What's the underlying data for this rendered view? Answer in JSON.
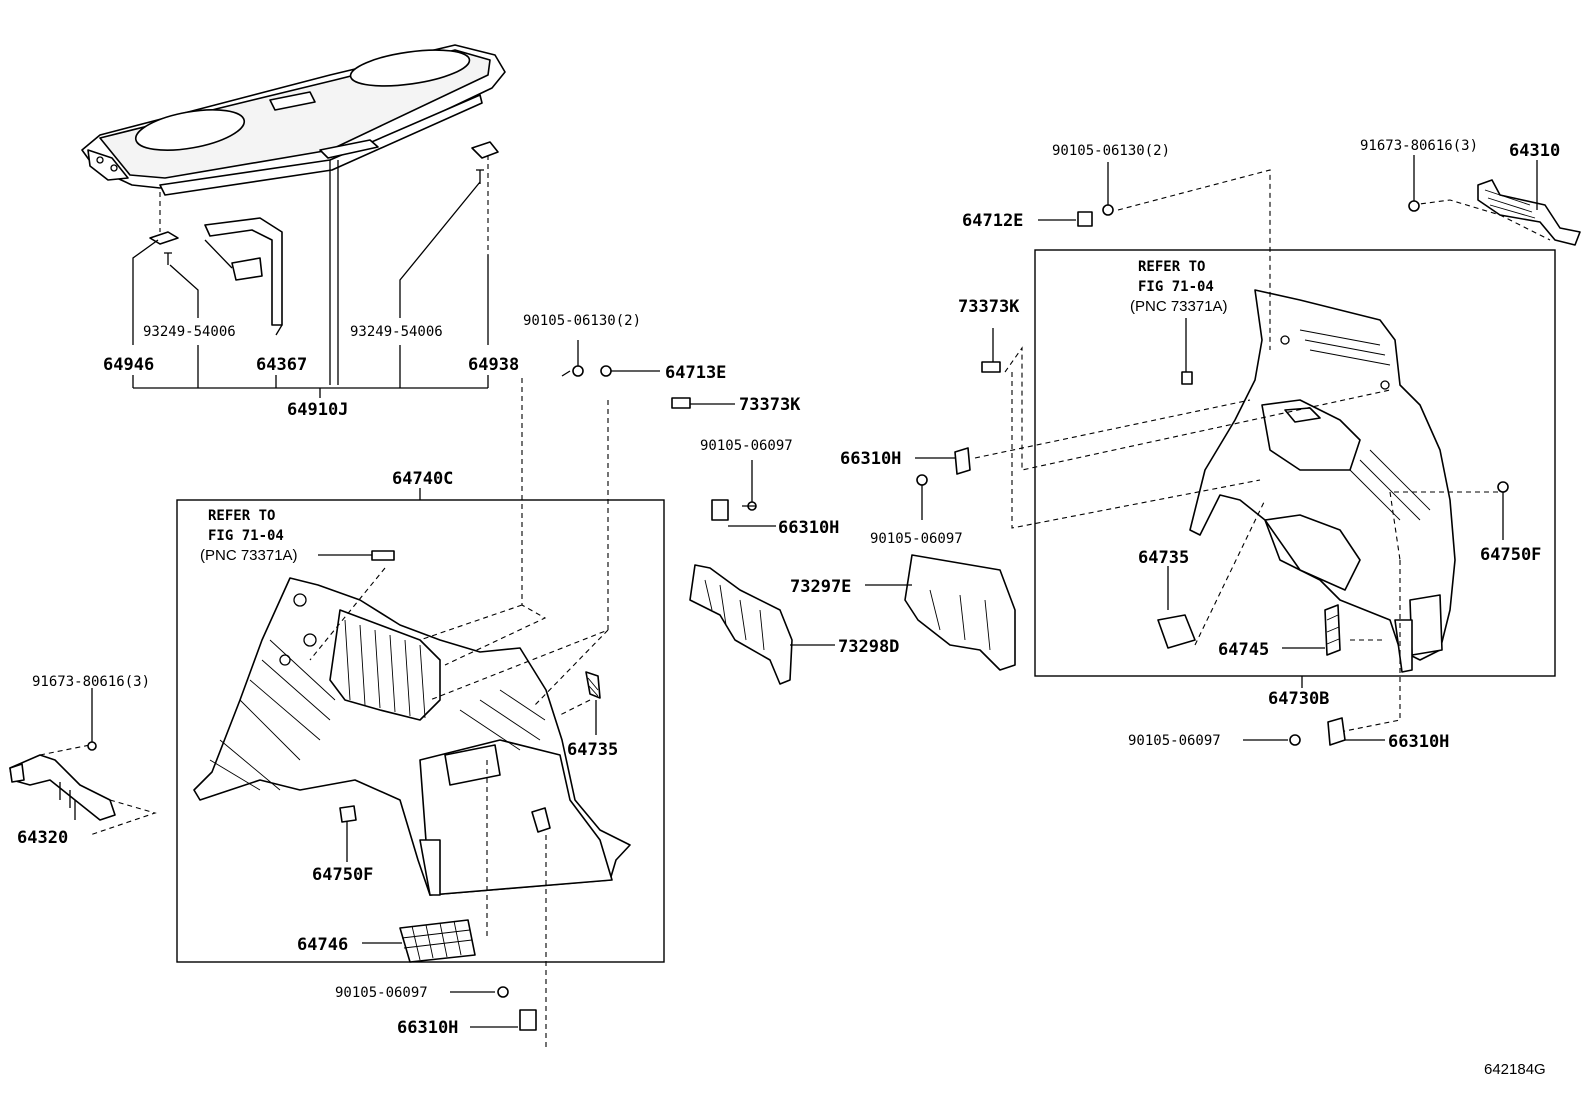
{
  "diagram": {
    "reference_code": "642184G",
    "groups": {
      "left_trim_box": {
        "label": "64740C"
      },
      "right_trim_box": {
        "label": "64730B"
      },
      "tonneau_group": {
        "label": "64910J"
      }
    },
    "notes": {
      "left": {
        "line1": "REFER TO",
        "line2": "FIG 71-04",
        "line3": "(PNC 73371A)"
      },
      "right": {
        "line1": "REFER TO",
        "line2": "FIG 71-04",
        "line3": "(PNC 73371A)"
      }
    },
    "callouts": {
      "p64946": "64946",
      "p93249_l": "93249-54006",
      "p64367": "64367",
      "p93249_r": "93249-54006",
      "p64938": "64938",
      "p90105_06130_mid": "90105-06130(2)",
      "p64713E": "64713E",
      "p73373K_mid": "73373K",
      "p90105_06097_mid": "90105-06097",
      "p66310H_mid": "66310H",
      "p91673_left": "91673-80616(3)",
      "p64320": "64320",
      "p64735_left": "64735",
      "p64750F_left": "64750F",
      "p64746": "64746",
      "p90105_06097_bot": "90105-06097",
      "p66310H_bot": "66310H",
      "p73297E": "73297E",
      "p73298D": "73298D",
      "p64712E": "64712E",
      "p90105_06130_top": "90105-06130(2)",
      "p73373K_right": "73373K",
      "p66310H_right_up": "66310H",
      "p90105_06097_rmid": "90105-06097",
      "p91673_right": "91673-80616(3)",
      "p64310": "64310",
      "p64735_right": "64735",
      "p64750F_right": "64750F",
      "p64745": "64745",
      "p90105_06097_rbot": "90105-06097",
      "p66310H_rbot": "66310H"
    }
  }
}
